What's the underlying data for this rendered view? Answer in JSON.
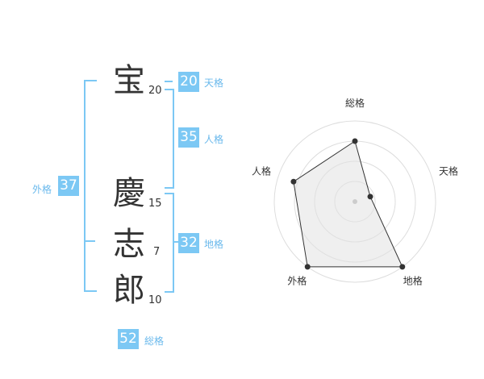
{
  "name": {
    "chars": [
      {
        "char": "宝",
        "strokes": "20"
      },
      {
        "char": "慶",
        "strokes": "15"
      },
      {
        "char": "志",
        "strokes": "7"
      },
      {
        "char": "郎",
        "strokes": "10"
      }
    ]
  },
  "kakusu": {
    "tenkaku": {
      "value": "20",
      "label": "天格"
    },
    "jinkaku": {
      "value": "35",
      "label": "人格"
    },
    "chikaku": {
      "value": "32",
      "label": "地格"
    },
    "gaikaku": {
      "value": "37",
      "label": "外格"
    },
    "soukaku": {
      "value": "52",
      "label": "総格"
    }
  },
  "colors": {
    "accent": "#7cc8f4",
    "label_accent": "#6ab9ec",
    "text": "#333333"
  },
  "chart_data": {
    "type": "radar",
    "axes": [
      "総格",
      "天格",
      "地格",
      "外格",
      "人格"
    ],
    "rings": 4,
    "values": [
      0.75,
      0.2,
      1.0,
      1.0,
      0.8
    ]
  }
}
